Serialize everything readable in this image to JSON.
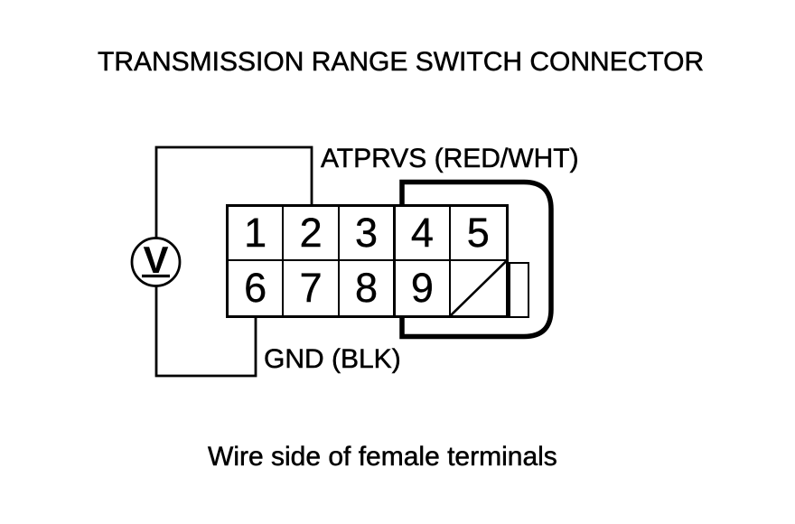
{
  "title": "TRANSMISSION RANGE SWITCH CONNECTOR",
  "caption": "Wire side of female terminals",
  "labels": {
    "signal_wire": "ATPRVS (RED/WHT)",
    "ground_wire": "GND (BLK)"
  },
  "meter": {
    "label": "V"
  },
  "connector": {
    "pins": [
      "1",
      "2",
      "3",
      "4",
      "5",
      "6",
      "7",
      "8",
      "9"
    ],
    "blocked_cavity_icon": "diagonal-slash"
  },
  "colors": {
    "line": "#000000",
    "background": "#ffffff"
  }
}
